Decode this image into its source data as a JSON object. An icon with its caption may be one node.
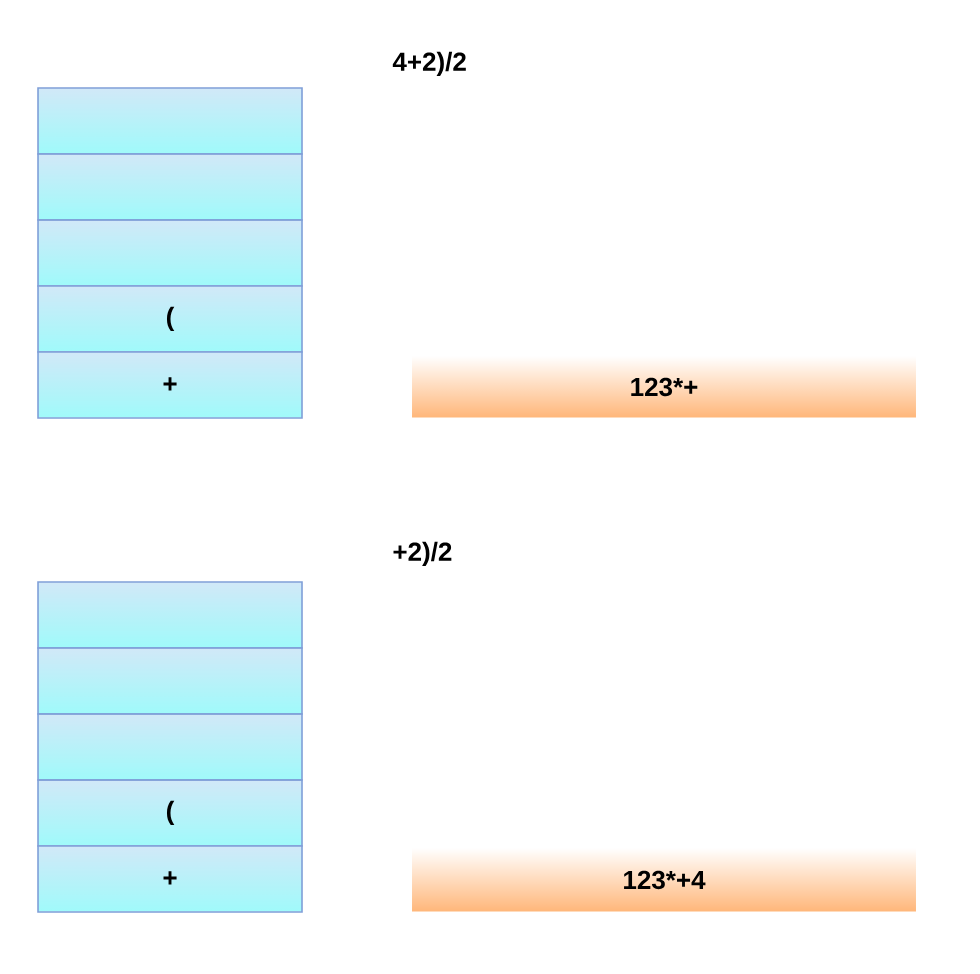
{
  "diagram": {
    "nodes": [
      {
        "text": [],
        "shape": "box"
      },
      {
        "text": [],
        "shape": "box"
      },
      {
        "text": [],
        "shape": "box"
      },
      {
        "text": [
          "("
        ]
      },
      {
        "text": [
          "+"
        ]
      },
      {
        "text": [
          "123*+"
        ]
      },
      {
        "text": [],
        "shape": "box"
      },
      {
        "text": [],
        "shape": "box"
      },
      {
        "text": [],
        "shape": "box"
      },
      {
        "text": [
          "("
        ]
      },
      {
        "text": [
          "+"
        ]
      },
      {
        "text": [
          "123*+4"
        ]
      }
    ],
    "labels": [
      "4+2)/2",
      "+2)/2"
    ]
  }
}
